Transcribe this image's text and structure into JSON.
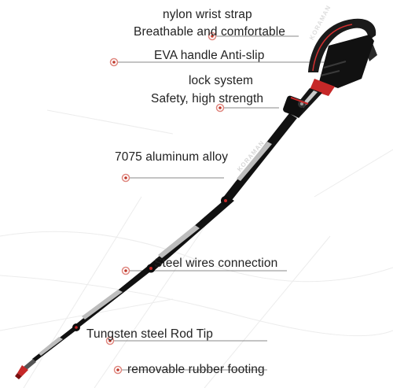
{
  "labels": {
    "wrist_strap": "nylon wrist strap",
    "breathable": "Breathable and comfortable",
    "eva_handle": "EVA handle Anti-slip",
    "lock_system": "lock system",
    "safety": "Safety, high strength",
    "aluminum": "7075 aluminum alloy",
    "steel_wires": "Steel wires connection",
    "tungsten_tip": "Tungsten steel Rod Tip",
    "rubber_footing": "removable rubber footing"
  },
  "brand": {
    "strap_text": "KORAMAN",
    "shaft_text": "KORAMAN"
  },
  "colors": {
    "leader_line": "#888888",
    "marker_ring": "#e08880",
    "marker_dot": "#c0392b",
    "shaft": "#111111",
    "accent_red": "#b71c1c",
    "silver": "#cfcfcf"
  }
}
